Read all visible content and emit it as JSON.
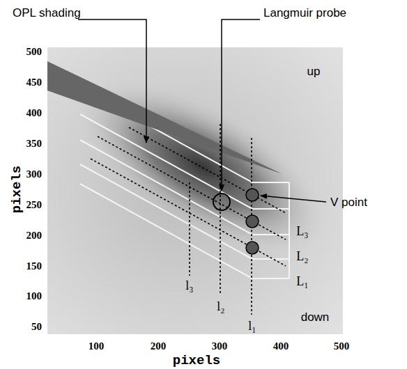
{
  "diagram": {
    "labels": [
      "OPL shading",
      "Langmuir probe",
      "500",
      "450",
      "400",
      "350",
      "300",
      "250",
      "200",
      "150",
      "100",
      "50",
      "pixels",
      "100",
      "200",
      "300",
      "400",
      "500",
      "pixels",
      "up",
      "down",
      "V point",
      "L₃",
      "L₂",
      "L₁",
      "l₃",
      "l₂",
      "l₁"
    ]
  }
}
